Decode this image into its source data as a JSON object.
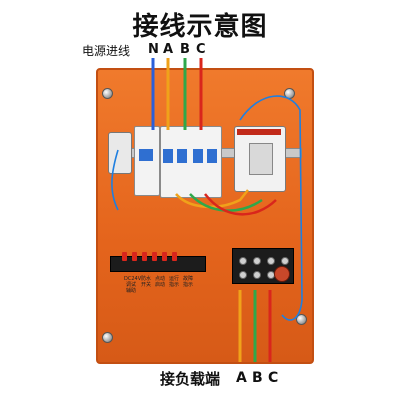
{
  "header": {
    "title": "接线示意图"
  },
  "top_labels": {
    "source": "电源进线",
    "phases": [
      "N",
      "A",
      "B",
      "C"
    ]
  },
  "bottom_labels": {
    "load": "接负载端",
    "phases": [
      "A",
      "B",
      "C"
    ]
  },
  "panel": {
    "terminal_labels": [
      "DC24V 调试 辅助",
      "防水 开关",
      "点动 启动",
      "运行 指示",
      "故障 指示"
    ]
  },
  "colors": {
    "panel": "#e8681f",
    "wire_N": "#2b5fd9",
    "wire_A": "#f0a21a",
    "wire_B": "#2fa84a",
    "wire_C": "#d9261c",
    "wire_control": "#1f7fe0"
  }
}
